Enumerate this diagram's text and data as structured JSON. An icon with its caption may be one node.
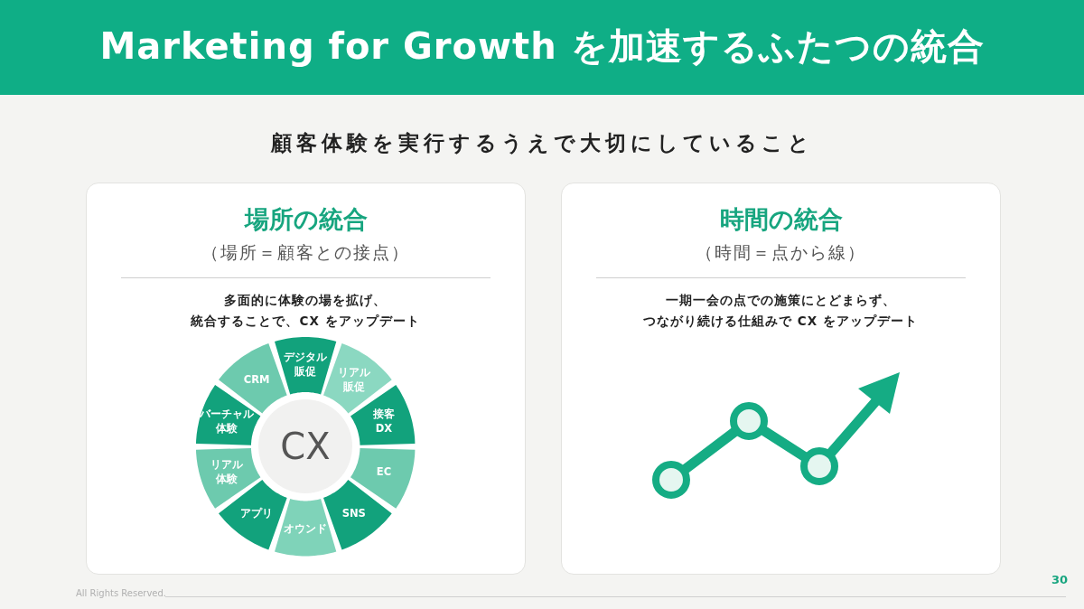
{
  "diagram": {
    "title": "Marketing for Growth を加速するふたつの統合",
    "nodes": [
      {
        "text": [
          "場所の統合",
          "（場所＝顧客との接点）",
          "多面的に体験の場を拡げ、統合することで、CX をアップデート"
        ]
      },
      {
        "text": [
          "時間の統合",
          "（時間＝点から線）",
          "一期一会の点での施策にとどまらず、つながり続ける仕組みで CX をアップデート"
        ]
      },
      {
        "text": [
          "CX"
        ],
        "in": 0
      },
      {
        "text": [
          "デジタル販促"
        ],
        "in": 0
      },
      {
        "text": [
          "リアル販促"
        ],
        "in": 0
      },
      {
        "text": [
          "接客DX"
        ],
        "in": 0
      },
      {
        "text": [
          "EC"
        ],
        "in": 0
      },
      {
        "text": [
          "SNS"
        ],
        "in": 0
      },
      {
        "text": [
          "オウンド"
        ],
        "in": 0
      },
      {
        "text": [
          "アプリ"
        ],
        "in": 0
      },
      {
        "text": [
          "リアル体験"
        ],
        "in": 0
      },
      {
        "text": [
          "バーチャル体験"
        ],
        "in": 0
      },
      {
        "text": [
          "CRM"
        ],
        "in": 0
      }
    ],
    "labels": [
      "顧客体験を実行するうえで大切にしていること",
      "30",
      "All Rights Reserved."
    ]
  }
}
